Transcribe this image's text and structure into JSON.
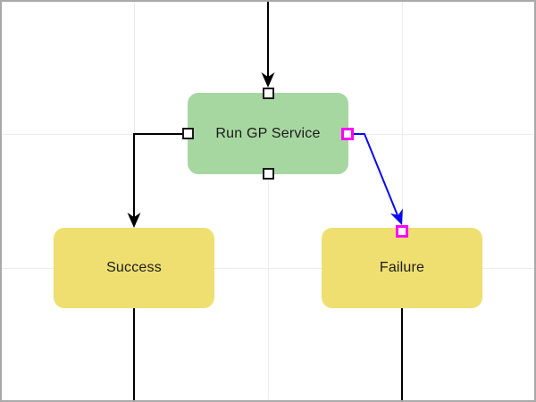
{
  "canvas": {
    "background": "#ffffff",
    "border_color": "#a9a9a9",
    "grid_color": "#ececec",
    "link_color": "#000000",
    "selected_link_color": "#0a0aee",
    "handle_color": "#ff00ff",
    "port_fill": "#ffffff",
    "port_stroke": "#1a1a1a"
  },
  "nodes": [
    {
      "id": "run-gp-service",
      "label": "Run GP Service",
      "fill": "#a7d7a1",
      "text_color": "#1b1b1b"
    },
    {
      "id": "success",
      "label": "Success",
      "fill": "#eedf70",
      "text_color": "#1b1b1b"
    },
    {
      "id": "failure",
      "label": "Failure",
      "fill": "#eedf70",
      "text_color": "#1b1b1b"
    }
  ],
  "links": [
    {
      "from": "offscreen-top",
      "to": "Run GP Service",
      "color": "#000000",
      "selected": false
    },
    {
      "from": "Run GP Service",
      "to": "Success",
      "color": "#000000",
      "selected": false
    },
    {
      "from": "Run GP Service",
      "to": "Failure",
      "color": "#0a0aee",
      "selected": true
    },
    {
      "from": "Success",
      "to": "offscreen-bottom",
      "color": "#000000",
      "selected": false
    },
    {
      "from": "Failure",
      "to": "offscreen-bottom",
      "color": "#000000",
      "selected": false
    }
  ],
  "selection": {
    "selected_link": "Run GP Service -> Failure",
    "from_port_side": "right",
    "handle_color": "#ff00ff"
  }
}
